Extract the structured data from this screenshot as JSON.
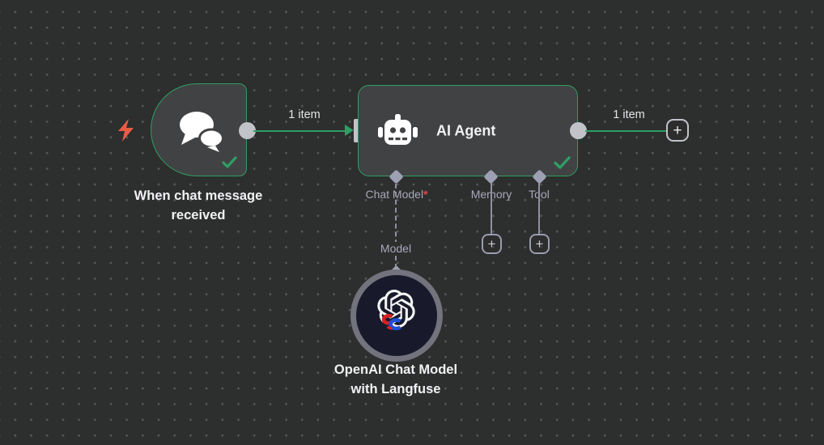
{
  "canvas": {
    "type": "workflow-editor"
  },
  "trigger_node": {
    "title_line1": "When chat message",
    "title_line2": "received",
    "icon": "chat-bubbles-icon",
    "status": "success"
  },
  "agent_node": {
    "title": "AI Agent",
    "icon": "robot-icon",
    "status": "success",
    "ports": [
      {
        "label": "Chat Model",
        "required_marker": "*"
      },
      {
        "label": "Memory"
      },
      {
        "label": "Tool"
      }
    ]
  },
  "model_node": {
    "title_line1": "OpenAI Chat Model",
    "title_line2": "with Langfuse",
    "icon": "openai-logo-icon",
    "connection_label": "Model"
  },
  "connections": {
    "trigger_to_agent_label": "1 item",
    "agent_output_label": "1 item"
  },
  "controls": {
    "plus": "+"
  },
  "colors": {
    "background": "#2d2e2e",
    "node_fill": "#414244",
    "accent_green": "#2f9e63",
    "connector_gray": "#c2c3c9",
    "port_lavender": "#9da0b3",
    "line_gray": "#8f91a0",
    "label_gray": "#a7a9ba",
    "required_red": "#e5484d",
    "trigger_bolt_red": "#e85c44",
    "model_node_inner": "#181a2c",
    "model_node_ring": "#72737d"
  }
}
